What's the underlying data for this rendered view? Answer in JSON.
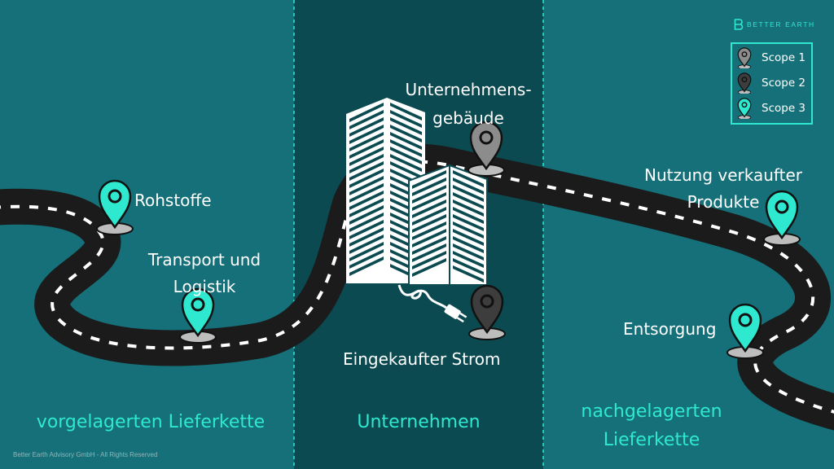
{
  "brand": {
    "name": "BETTER EARTH",
    "logo_icon": "b-monogram-icon"
  },
  "legend": {
    "items": [
      {
        "label": "Scope 1",
        "color": "#8c8c8c"
      },
      {
        "label": "Scope 2",
        "color": "#3d3d3d"
      },
      {
        "label": "Scope 3",
        "color": "#2ee9cf"
      }
    ]
  },
  "sections": {
    "upstream": "vorgelagerten Lieferkette",
    "company": "Unternehmen",
    "downstream_line1": "nachgelagerten",
    "downstream_line2": "Lieferkette"
  },
  "markers": {
    "raw_materials": {
      "label": "Rohstoffe",
      "scope": "Scope 3"
    },
    "transport": {
      "label_line1": "Transport und",
      "label_line2": "Logistik",
      "scope": "Scope 3"
    },
    "building": {
      "label_line1": "Unternehmens-",
      "label_line2": "gebäude",
      "scope": "Scope 1"
    },
    "electricity": {
      "label": "Eingekaufter Strom",
      "scope": "Scope 2"
    },
    "product_use": {
      "label_line1": "Nutzung verkaufter",
      "label_line2": "Produkte",
      "scope": "Scope 3"
    },
    "disposal": {
      "label": "Entsorgung",
      "scope": "Scope 3"
    }
  },
  "footer": "Better Earth Advisory GmbH - All Rights Reserved",
  "colors": {
    "side_panel": "#167079",
    "center_panel": "#0c4a51",
    "road": "#1b1b1b",
    "road_dash": "#ffffff",
    "accent": "#2ee9cf",
    "divider": "#2ee9cf"
  }
}
